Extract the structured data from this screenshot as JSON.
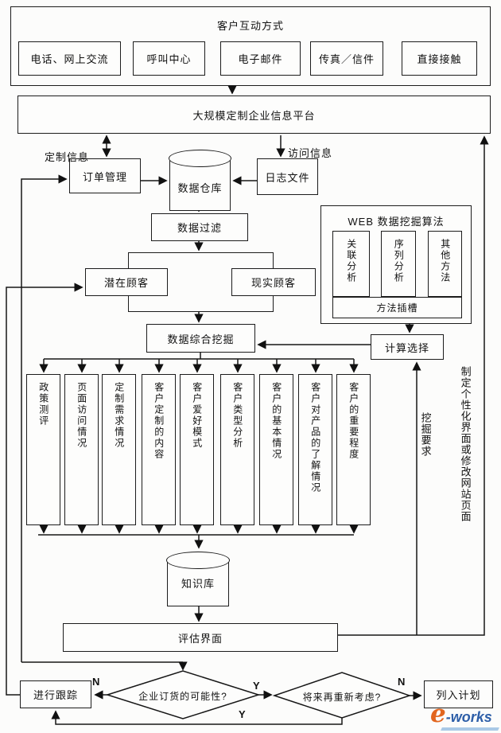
{
  "interaction": {
    "title": "客户互动方式",
    "channels": [
      "电话、网上交流",
      "呼叫中心",
      "电子邮件",
      "传真／信件",
      "直接接触"
    ]
  },
  "platform": {
    "label": "大规模定制企业信息平台"
  },
  "flow_labels": {
    "custom_info": "定制信息",
    "visit_info": "访问信息",
    "mining_request": "挖掘要求",
    "personalize": "制定个性化界面或修改网站页面"
  },
  "nodes": {
    "order_mgmt": "订单管理",
    "data_warehouse": "数据仓库",
    "log_file": "日志文件",
    "data_filter": "数据过滤",
    "potential_customer": "潜在顾客",
    "actual_customer": "现实顾客",
    "comprehensive_mining": "数据综合挖掘",
    "compute_select": "计算选择",
    "knowledge_base": "知识库",
    "evaluation": "评估界面",
    "tracking": "进行跟踪",
    "plan": "列入计划"
  },
  "web_mining": {
    "title": "WEB 数据挖掘算法",
    "methods": [
      "关联分析",
      "序列分析",
      "其他方法"
    ],
    "slot": "方法插槽"
  },
  "mining_results": [
    "政策测评",
    "页面访问情况",
    "定制需求情况",
    "客户定制的内容",
    "客户爱好模式",
    "客户类型分析",
    "客户的基本情况",
    "客户对产品的了解情况",
    "客户的重要程度"
  ],
  "decisions": {
    "order_possibility": "企业订货的可能性?",
    "reconsider": "将来再重新考虑?",
    "yes": "Y",
    "no": "N"
  },
  "watermark": {
    "e_glyph": "e",
    "text": "-works"
  }
}
